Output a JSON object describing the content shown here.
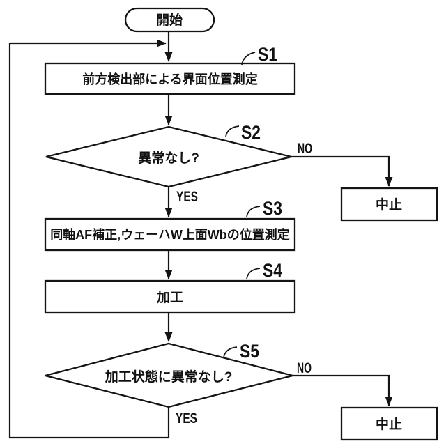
{
  "figure": {
    "type": "flowchart",
    "background": "#ffffff",
    "line_color": "#141414",
    "text_color": "#111111"
  },
  "nodes": {
    "start": {
      "label": "開始",
      "shape": "terminator"
    },
    "s1": {
      "tag": "S1",
      "label": "前方検出部による界面位置測定",
      "shape": "process"
    },
    "s2": {
      "tag": "S2",
      "label": "異常なし?",
      "shape": "decision",
      "yes_label": "YES",
      "no_label": "NO"
    },
    "abort1": {
      "label": "中止",
      "shape": "process"
    },
    "s3": {
      "tag": "S3",
      "label": "同軸AF補正,ウェーハW上面Wbの位置測定",
      "shape": "process"
    },
    "s4": {
      "tag": "S4",
      "label": "加工",
      "shape": "process"
    },
    "s5": {
      "tag": "S5",
      "label": "加工状態に異常なし?",
      "shape": "decision",
      "yes_label": "YES",
      "no_label": "NO"
    },
    "abort2": {
      "label": "中止",
      "shape": "process"
    }
  }
}
